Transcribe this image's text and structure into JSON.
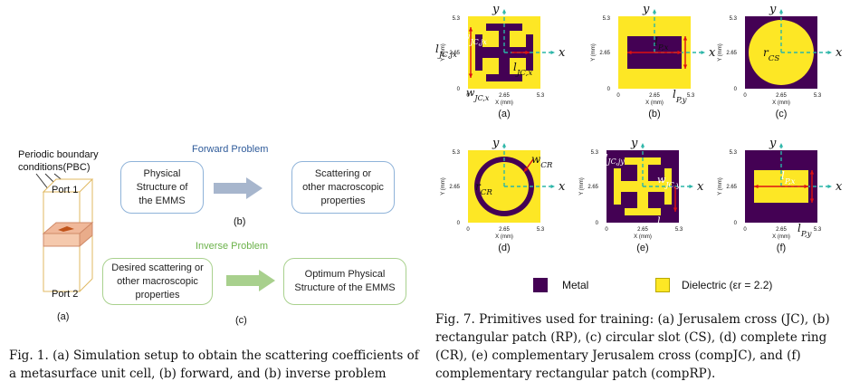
{
  "fig1": {
    "pbc_label": "Periodic boundary\nconditions(PBC)",
    "port1": "Port 1",
    "port2": "Port 2",
    "label_a": "(a)",
    "forward_title": "Forward Problem",
    "forward_left": "Physical\nStructure of\nthe EMMS",
    "forward_right": "Scattering or\nother macroscopic\nproperties",
    "label_b": "(b)",
    "inverse_title": "Inverse Problem",
    "inverse_left": "Desired scattering or\nother macroscopic\nproperties",
    "inverse_right": "Optimum Physical\nStructure of the EMMS",
    "label_c": "(c)",
    "caption": "Fig. 1. (a) Simulation setup to obtain the scattering coefficients of a metasurface unit cell, (b) forward, and (b) inverse problem"
  },
  "fig7": {
    "axis_x_title": "X (mm)",
    "axis_y_title": "Y (mm)",
    "ticks": [
      "0",
      "2.65",
      "5.3"
    ],
    "axis_x_letter": "x",
    "axis_y_letter": "y",
    "panels": [
      {
        "label": "(a)",
        "ann": [
          "l_{JC,jx}",
          "w_{JC,jx}",
          "l_{JC,x}",
          "w_{JC,x}"
        ]
      },
      {
        "label": "(b)",
        "ann": [
          "l_{P,x}",
          "l_{P,y}"
        ]
      },
      {
        "label": "(c)",
        "ann": [
          "r_{CS}"
        ]
      },
      {
        "label": "(d)",
        "ann": [
          "w_{CR}",
          "r_{CR}"
        ]
      },
      {
        "label": "(e)",
        "ann": [
          "w_{JC,jy}",
          "w_{JC,y}",
          "l_{JC,y}",
          "l_{JC,jy}"
        ]
      },
      {
        "label": "(f)",
        "ann": [
          "l_{P,x}",
          "l_{P,y}"
        ]
      }
    ],
    "legend": [
      {
        "name": "Metal",
        "color": "#440154"
      },
      {
        "name": "Dielectric (εr = 2.2)",
        "color": "#fde725"
      }
    ],
    "caption": "Fig. 7. Primitives used for training: (a) Jerusalem cross (JC), (b) rectangular patch (RP), (c) circular slot (CS), (d) complete ring (CR), (e) complementary Jerusalem cross (compJC), and (f) complementary rectangular patch (compRP)."
  }
}
